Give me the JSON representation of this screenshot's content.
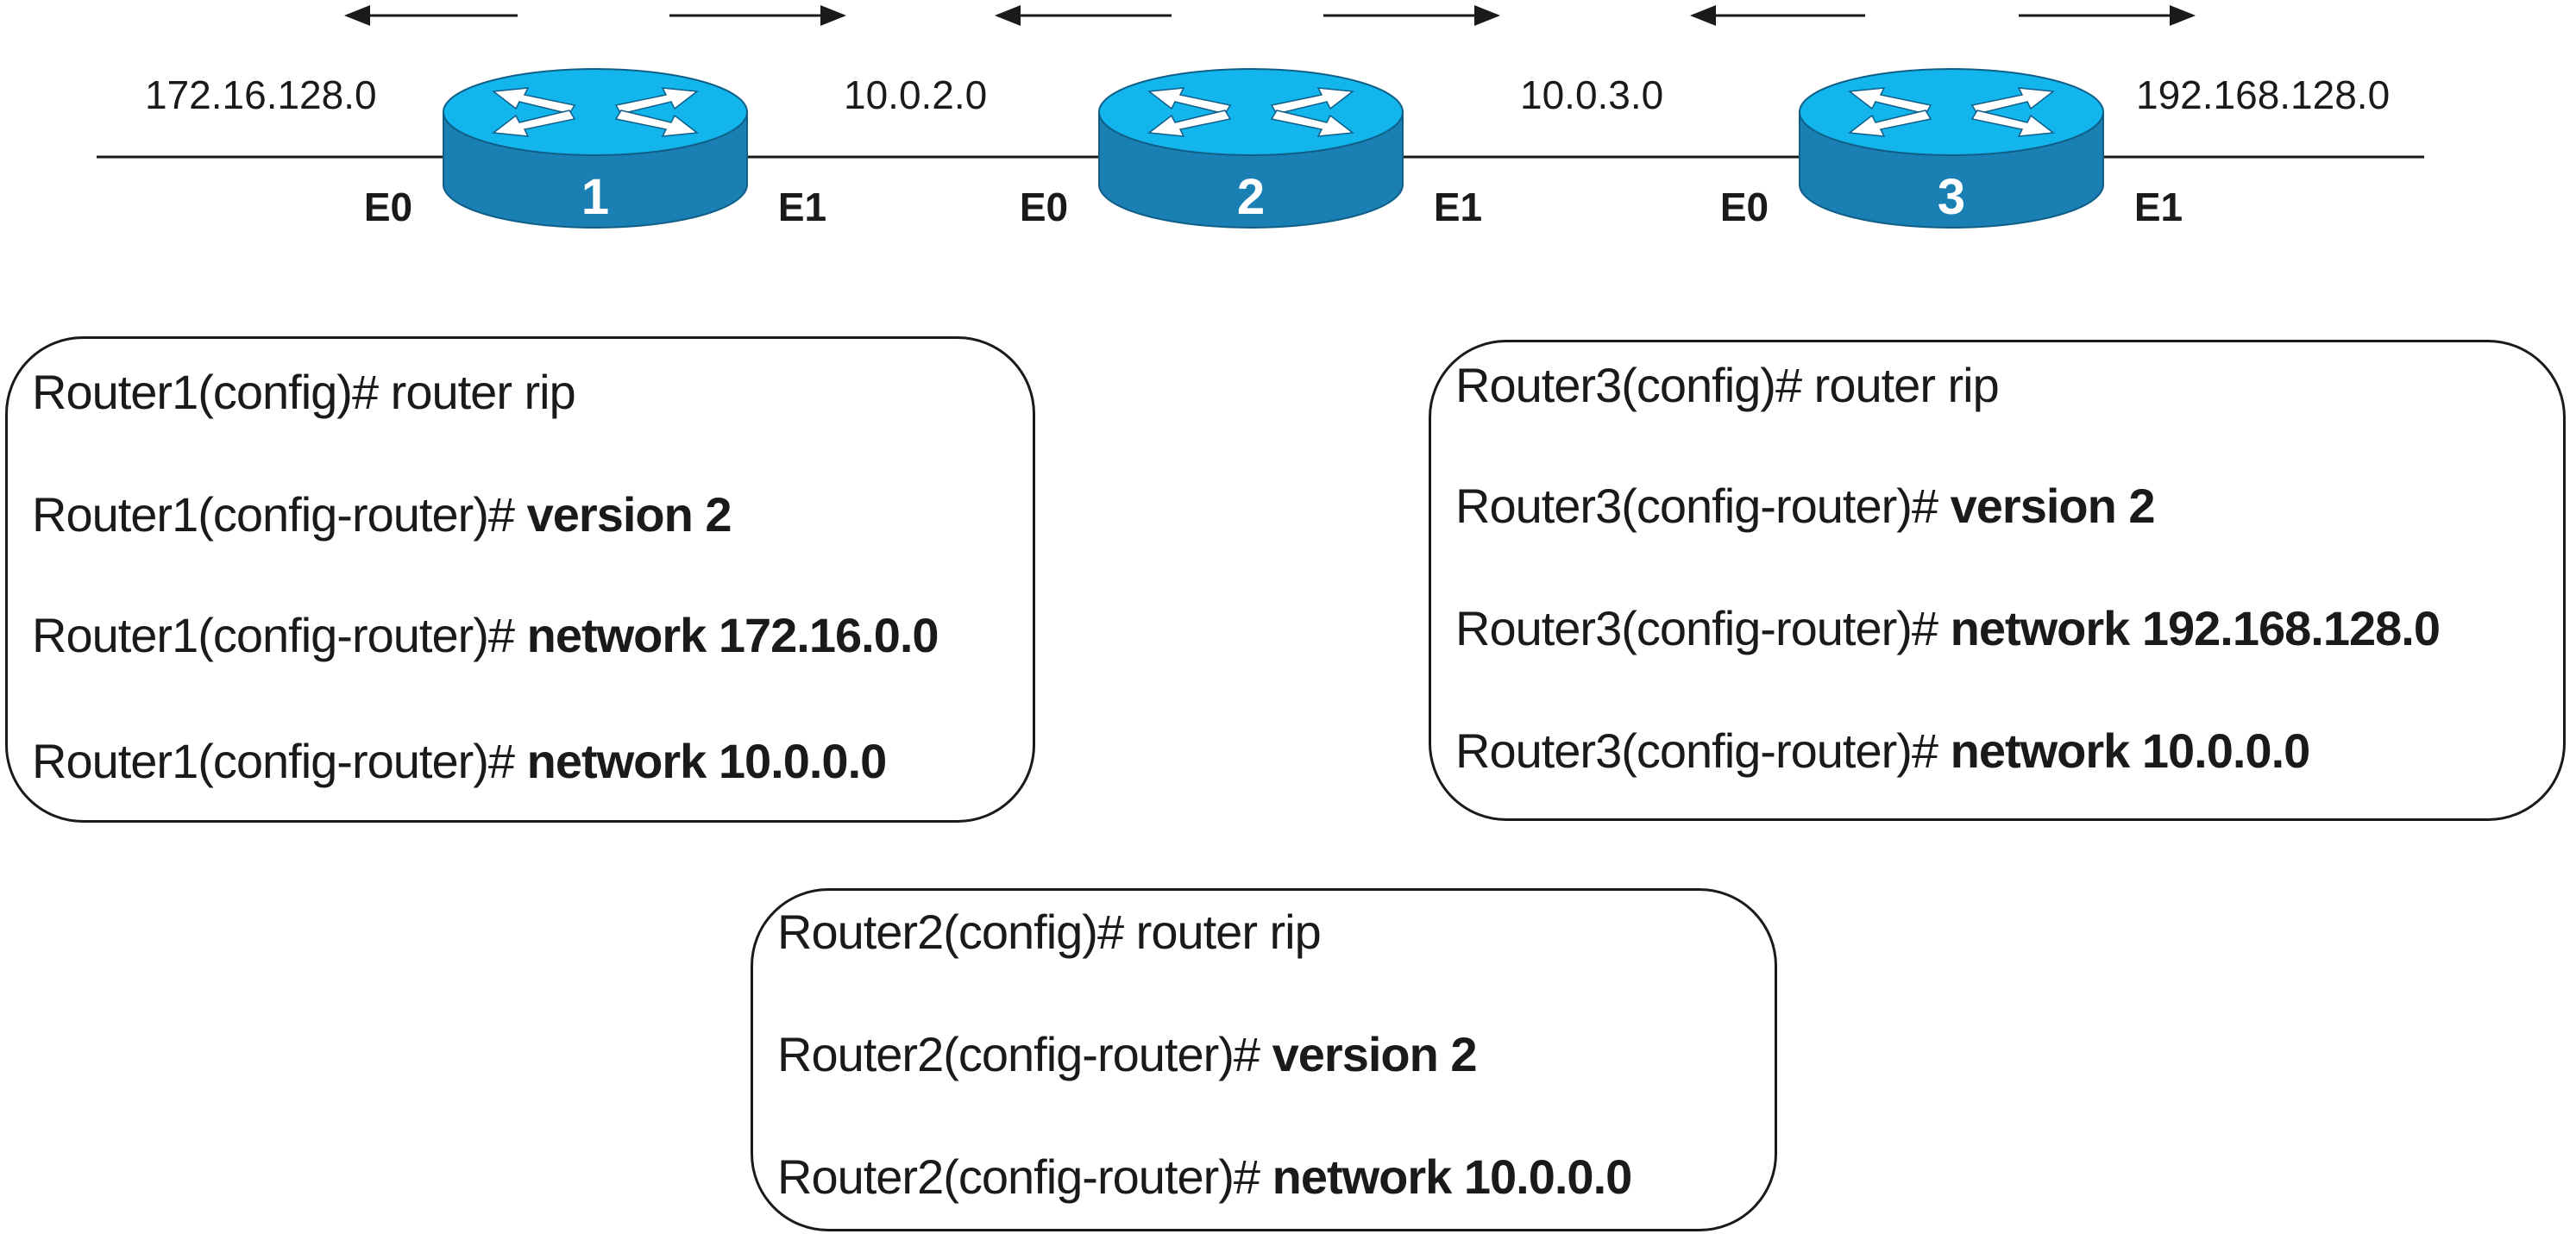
{
  "networks": {
    "left": "172.16.128.0",
    "r1_r2": "10.0.2.0",
    "r2_r3": "10.0.3.0",
    "right": "192.168.128.0"
  },
  "routers": [
    {
      "label": "1",
      "left_if": "E0",
      "right_if": "E1"
    },
    {
      "label": "2",
      "left_if": "E0",
      "right_if": "E1"
    },
    {
      "label": "3",
      "left_if": "E0",
      "right_if": "E1"
    }
  ],
  "colors": {
    "router_top": "#12b5ec",
    "router_body": "#1a7fb2",
    "router_body_dark": "#0f5f88",
    "line": "#1a1a1a"
  },
  "configs": {
    "router1": [
      {
        "prompt": "Router1(config)# ",
        "arg": "",
        "text": "router rip"
      },
      {
        "prompt": "Router1(config-router)# ",
        "arg": "version 2",
        "text": ""
      },
      {
        "prompt": "Router1(config-router)# ",
        "arg": "network 172.16.0.0",
        "text": ""
      },
      {
        "prompt": "Router1(config-router)# ",
        "arg": "network 10.0.0.0",
        "text": ""
      }
    ],
    "router3": [
      {
        "prompt": "Router3(config)# ",
        "arg": "",
        "text": "router rip"
      },
      {
        "prompt": "Router3(config-router)# ",
        "arg": "version 2",
        "text": ""
      },
      {
        "prompt": "Router3(config-router)# ",
        "arg": "network 192.168.128.0",
        "text": ""
      },
      {
        "prompt": "Router3(config-router)# ",
        "arg": "network 10.0.0.0",
        "text": ""
      }
    ],
    "router2": [
      {
        "prompt": "Router2(config)# ",
        "arg": "",
        "text": "router rip"
      },
      {
        "prompt": "Router2(config-router)# ",
        "arg": "version 2",
        "text": ""
      },
      {
        "prompt": "Router2(config-router)# ",
        "arg": "network 10.0.0.0",
        "text": ""
      }
    ]
  }
}
